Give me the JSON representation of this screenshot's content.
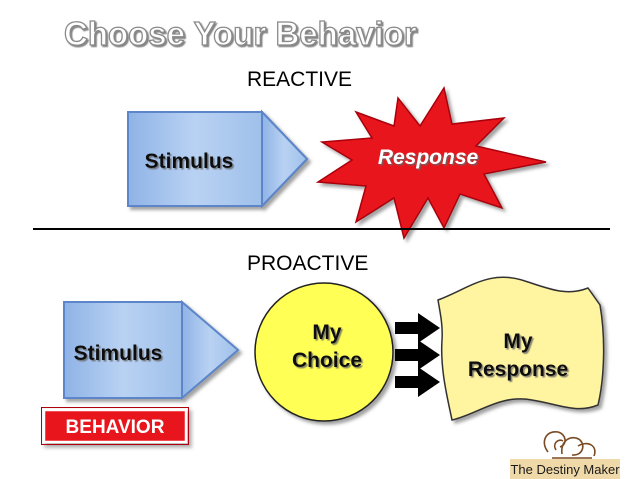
{
  "slide": {
    "title": "Choose Your Behavior",
    "reactive_label": "REACTIVE",
    "proactive_label": "PROACTIVE",
    "reactive": {
      "stimulus": "Stimulus",
      "response": "Response"
    },
    "proactive": {
      "stimulus": "Stimulus",
      "choice_line1": "My",
      "choice_line2": "Choice",
      "response_line1": "My",
      "response_line2": "Response",
      "behavior_badge": "BEHAVIOR"
    },
    "logo_text": "The Destiny Maker"
  },
  "colors": {
    "arrow_fill": "#a9c7ee",
    "arrow_edge": "#5b86c9",
    "starburst": "#e8141c",
    "circle": "#ffff55",
    "scroll": "#fff4a0",
    "badge": "#e8141c",
    "title_fill": "#ffffff",
    "logo_box": "#f0d9a8"
  }
}
